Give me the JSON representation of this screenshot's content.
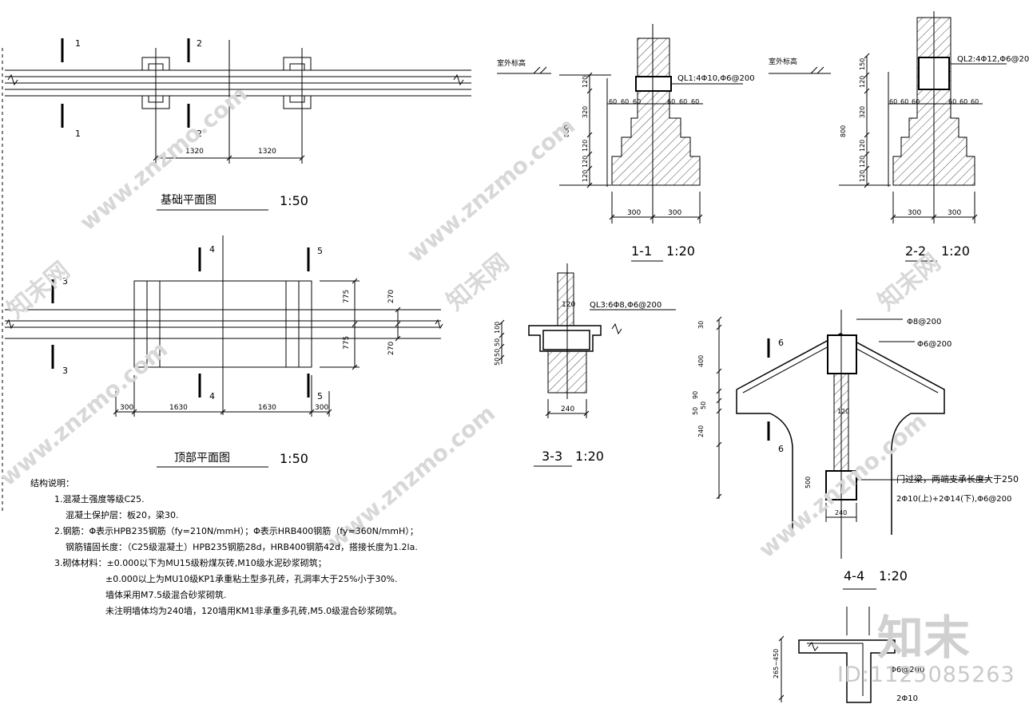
{
  "watermark": {
    "site": "www.znzmo.com",
    "brand_cn": "知末",
    "id": "ID:1125085263",
    "brand_small": "知末网"
  },
  "titles": {
    "foundation_plan": "基础平面图",
    "foundation_scale": "1:50",
    "top_plan": "顶部平面图",
    "top_scale": "1:50",
    "sec11": "1-1",
    "sec11_scale": "1:20",
    "sec22": "2-2",
    "sec22_scale": "1:20",
    "sec33": "3-3",
    "sec33_scale": "1:20",
    "sec44": "4-4",
    "sec44_scale": "1:20"
  },
  "plan_marks": {
    "s1": "1",
    "s2": "2",
    "s3": "3",
    "s4": "4",
    "s5": "5",
    "s6": "6"
  },
  "foundation_dims": [
    "1320",
    "1320"
  ],
  "top_dims": {
    "h": [
      "300",
      "1630",
      "1630",
      "300"
    ],
    "v": [
      "775",
      "775"
    ],
    "v2": [
      "270",
      "270"
    ]
  },
  "sec11": {
    "ground": "室外标高",
    "beam": "QL1:4Φ10,Φ6@200",
    "v": [
      "120",
      "320",
      "120",
      "120",
      "120"
    ],
    "total": "800",
    "offsets": [
      "60",
      "60",
      "60"
    ],
    "base": [
      "300",
      "300"
    ]
  },
  "sec22": {
    "ground": "室外标高",
    "beam": "QL2:4Φ12,Φ6@200",
    "v": [
      "150",
      "120",
      "320",
      "120",
      "120",
      "120"
    ],
    "total": "800",
    "offsets": [
      "60",
      "60",
      "60"
    ],
    "base": [
      "300",
      "300"
    ]
  },
  "sec33": {
    "beam": "QL3:6Φ8,Φ6@200",
    "top": "120",
    "v": [
      "100",
      "50",
      "50",
      "50"
    ],
    "base": "240"
  },
  "sec44": {
    "top_bar": "Φ8@200",
    "side_bar": "Φ6@200",
    "v": [
      "30",
      "400",
      "90",
      "50",
      "50",
      "240",
      "500"
    ],
    "col": "120",
    "base": "240",
    "lintel": "门过梁，两端支承长度大于250",
    "lintel_bars": "2Φ10(上)+2Φ14(下),Φ6@200"
  },
  "detail": {
    "v": "265~450",
    "bar1": "Φ6@200",
    "bar2": "2Φ10"
  },
  "notes": [
    "结构说明：",
    "1.混凝土强度等级C25.",
    "混凝土保护层：板20，梁30.",
    "2.钢筋：Φ表示HPB235钢筋（fy=210N/mmH）；Φ表示HRB400钢筋（fy=360N/mmH）；",
    "钢筋锚固长度：（C25级混凝土）HPB235钢筋28d，HRB400钢筋42d，搭接长度为1.2la.",
    "3.砌体材料：±0.000以下为MU15级粉煤灰砖,M10级水泥砂浆砌筑；",
    "±0.000以上为MU10级KP1承重粘土型多孔砖，孔洞率大于25%小于30%.",
    "墙体采用M7.5级混合砂浆砌筑.",
    "未注明墙体均为240墙，120墙用KM1非承重多孔砖,M5.0级混合砂浆砌筑。"
  ]
}
